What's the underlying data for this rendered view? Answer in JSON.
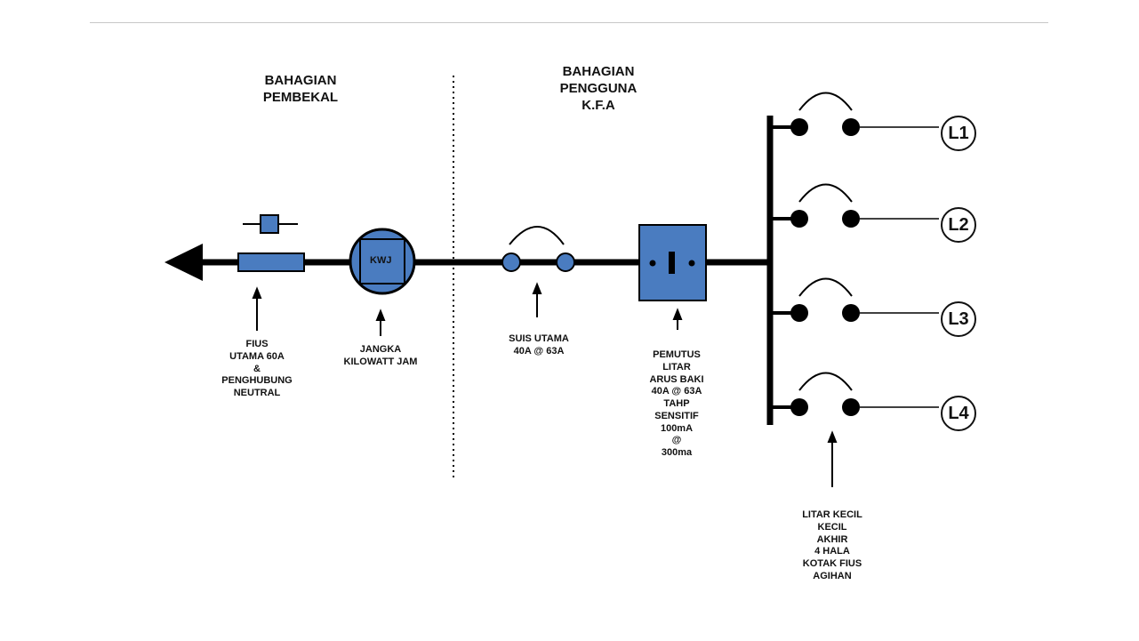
{
  "sections": {
    "supply": "BAHAGIAN\nPEMBEKAL",
    "consumer": "BAHAGIAN\nPENGGUNA\nK.F.A"
  },
  "meter_symbol": "KWJ",
  "labels": {
    "fuse": "FIUS\nUTAMA 60A\n&\nPENGHUBUNG\nNEUTRAL",
    "meter": "JANGKA\nKILOWATT JAM",
    "main_switch": "SUIS UTAMA\n40A @ 63A",
    "rccb": "PEMUTUS\nLITAR\nARUS BAKI\n40A @ 63A\nTAHP\nSENSITIF\n100mA\n@\n300ma",
    "final_circuits": "LITAR KECIL\nKECIL\nAKHIR\n4 HALA\nKOTAK FIUS\nAGIHAN"
  },
  "circuits": [
    "L1",
    "L2",
    "L3",
    "L4"
  ],
  "colors": {
    "component_fill": "#4a7cc0",
    "line": "#000000"
  }
}
